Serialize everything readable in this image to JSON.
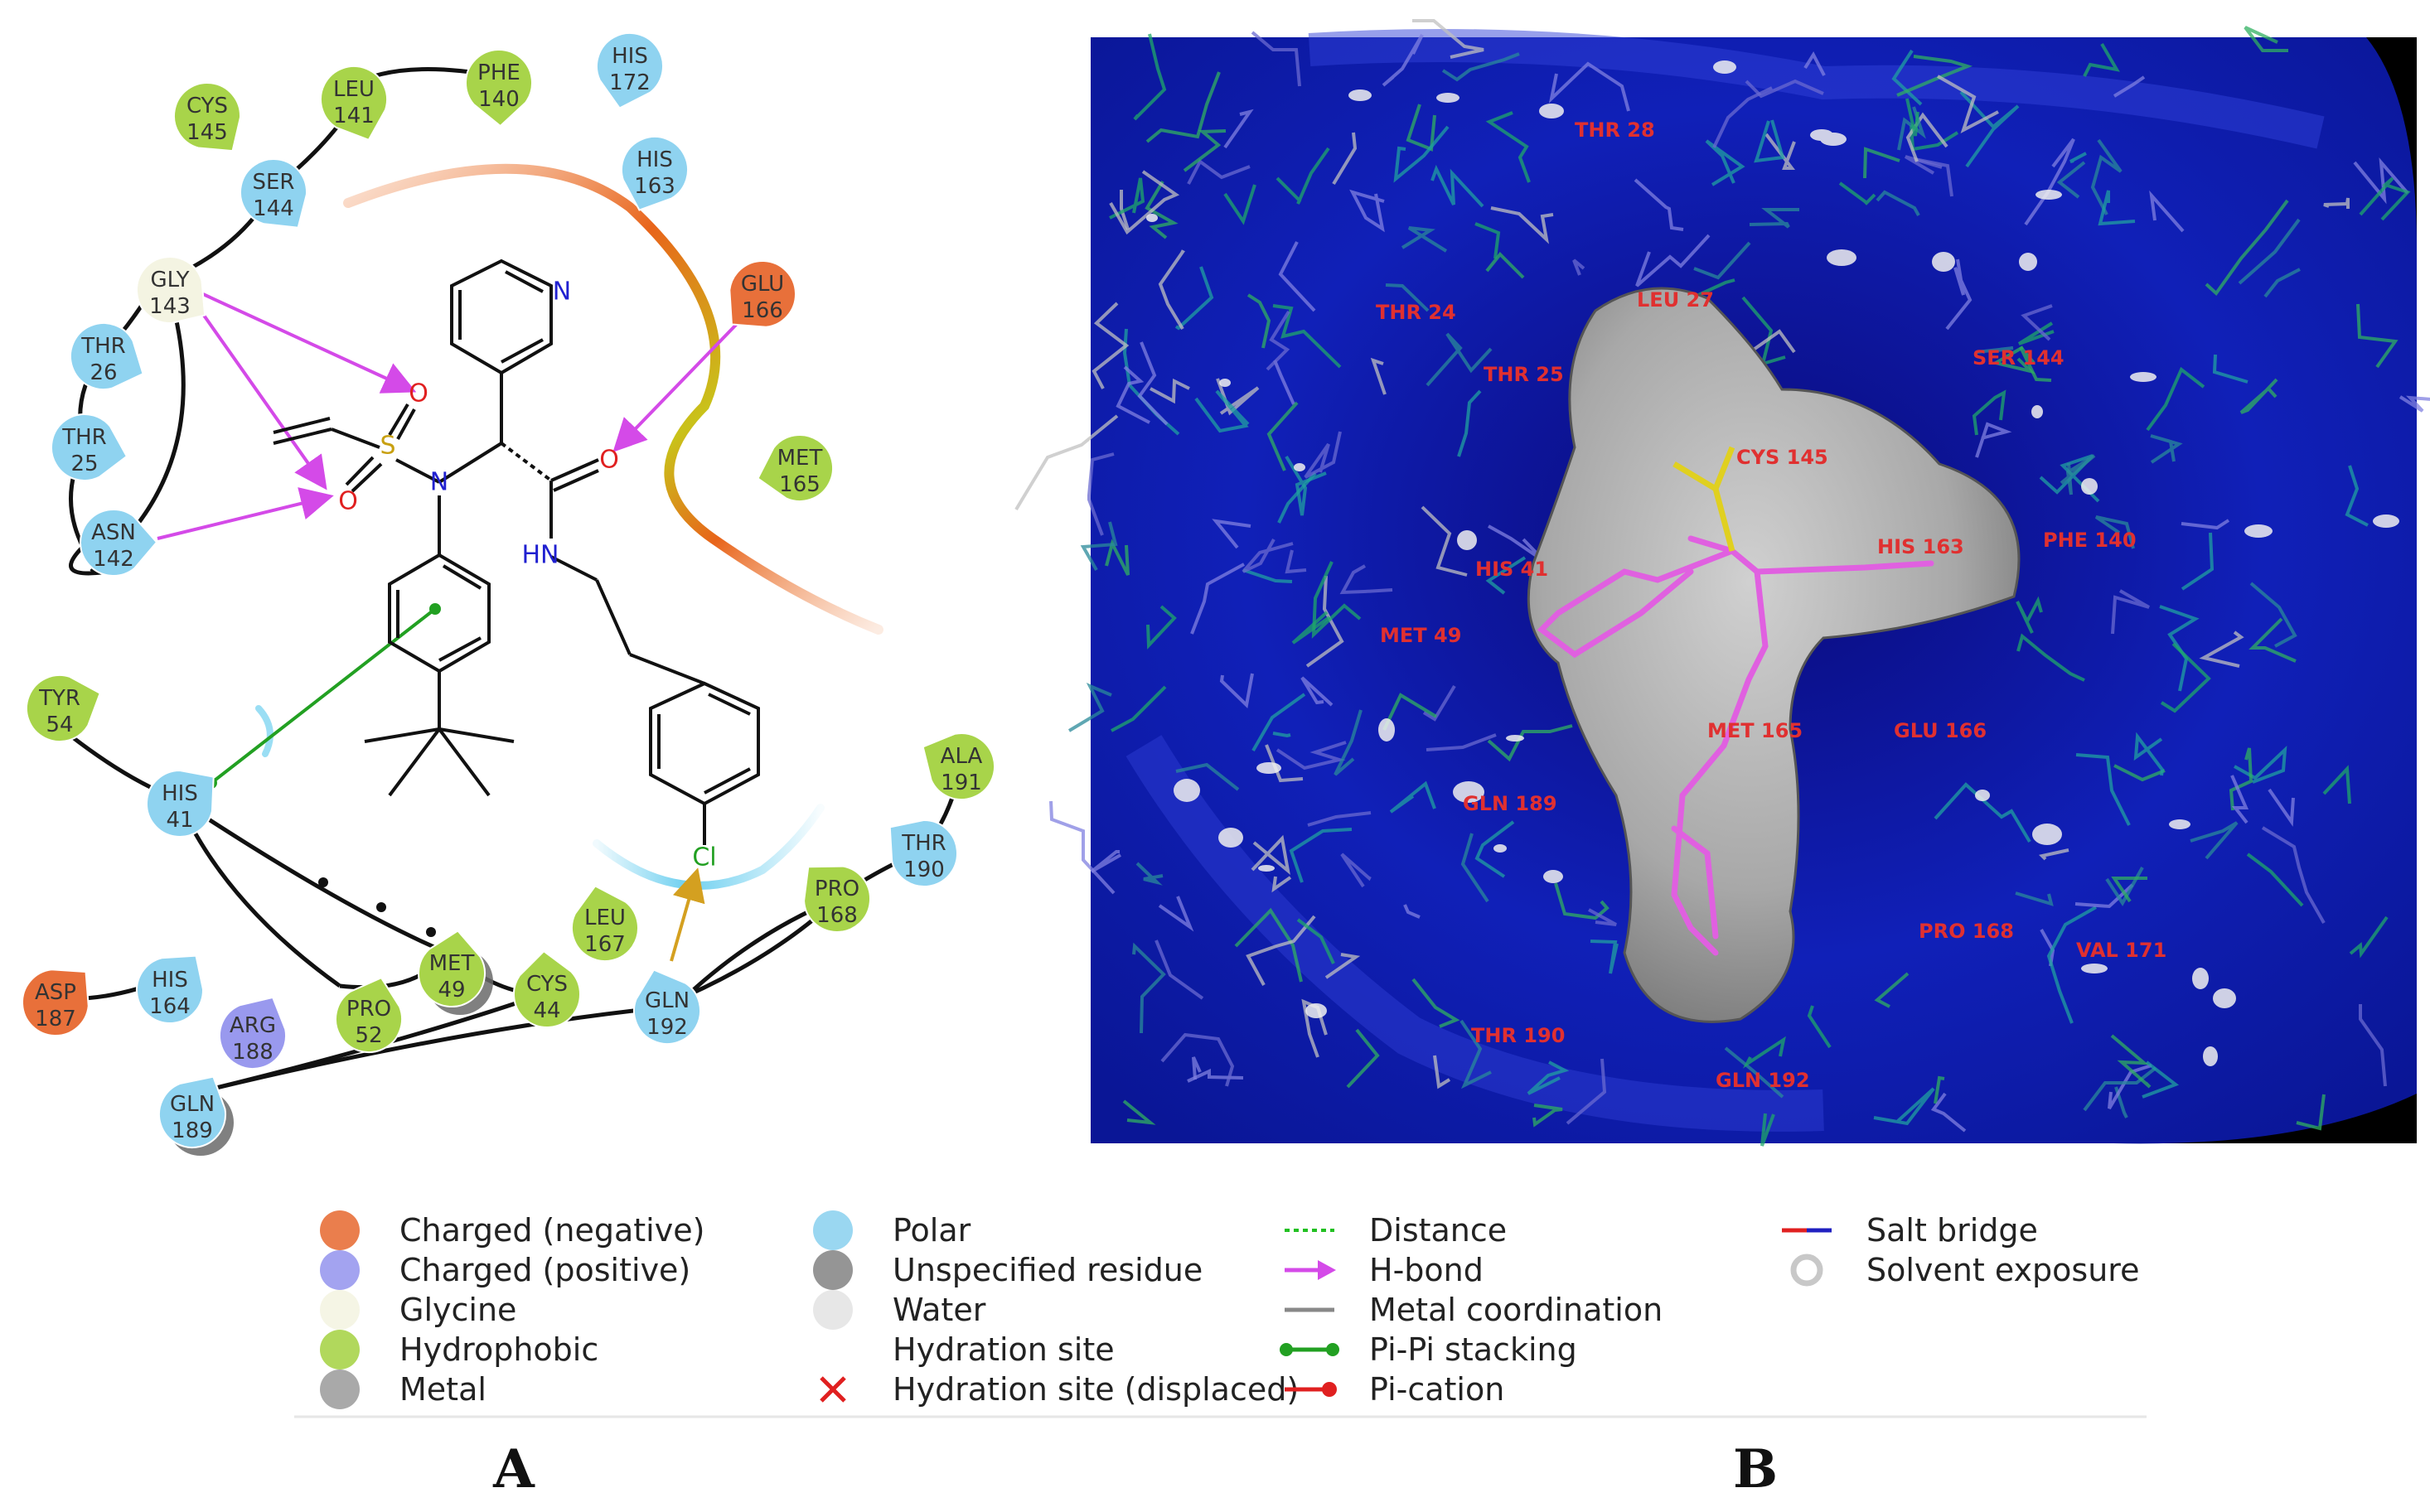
{
  "colors": {
    "hydrophobic": "#a8d44a",
    "polar": "#8fd3f0",
    "glycine": "#f4f4e2",
    "negative": "#e8703a",
    "positive": "#9999ee",
    "hbond": "#d44ae8",
    "pipi": "#22a022",
    "surface_blue": "#0a14a8",
    "pocket_grey": "#9a9a9a",
    "site_label": "#e03030"
  },
  "panel_labels": {
    "a": "A",
    "b": "B"
  },
  "residues": [
    {
      "id": "cys145",
      "name": "CYS",
      "num": "145",
      "type": "hydrophobic"
    },
    {
      "id": "leu141",
      "name": "LEU",
      "num": "141",
      "type": "hydrophobic"
    },
    {
      "id": "phe140",
      "name": "PHE",
      "num": "140",
      "type": "hydrophobic"
    },
    {
      "id": "his172",
      "name": "HIS",
      "num": "172",
      "type": "polar"
    },
    {
      "id": "ser144",
      "name": "SER",
      "num": "144",
      "type": "polar"
    },
    {
      "id": "his163",
      "name": "HIS",
      "num": "163",
      "type": "polar"
    },
    {
      "id": "gly143",
      "name": "GLY",
      "num": "143",
      "type": "glycine"
    },
    {
      "id": "glu166",
      "name": "GLU",
      "num": "166",
      "type": "negative"
    },
    {
      "id": "thr26",
      "name": "THR",
      "num": "26",
      "type": "polar"
    },
    {
      "id": "thr25",
      "name": "THR",
      "num": "25",
      "type": "polar"
    },
    {
      "id": "met165",
      "name": "MET",
      "num": "165",
      "type": "hydrophobic"
    },
    {
      "id": "asn142",
      "name": "ASN",
      "num": "142",
      "type": "polar"
    },
    {
      "id": "tyr54",
      "name": "TYR",
      "num": "54",
      "type": "hydrophobic"
    },
    {
      "id": "his41",
      "name": "HIS",
      "num": "41",
      "type": "polar"
    },
    {
      "id": "ala191",
      "name": "ALA",
      "num": "191",
      "type": "hydrophobic"
    },
    {
      "id": "thr190",
      "name": "THR",
      "num": "190",
      "type": "polar"
    },
    {
      "id": "pro168",
      "name": "PRO",
      "num": "168",
      "type": "hydrophobic"
    },
    {
      "id": "leu167",
      "name": "LEU",
      "num": "167",
      "type": "hydrophobic"
    },
    {
      "id": "met49",
      "name": "MET",
      "num": "49",
      "type": "hydrophobic"
    },
    {
      "id": "cys44",
      "name": "CYS",
      "num": "44",
      "type": "hydrophobic"
    },
    {
      "id": "gln192",
      "name": "GLN",
      "num": "192",
      "type": "polar"
    },
    {
      "id": "pro52",
      "name": "PRO",
      "num": "52",
      "type": "hydrophobic"
    },
    {
      "id": "asp187",
      "name": "ASP",
      "num": "187",
      "type": "negative"
    },
    {
      "id": "his164",
      "name": "HIS",
      "num": "164",
      "type": "polar"
    },
    {
      "id": "arg188",
      "name": "ARG",
      "num": "188",
      "type": "positive"
    },
    {
      "id": "gln189",
      "name": "GLN",
      "num": "189",
      "type": "polar"
    }
  ],
  "atoms": {
    "n_pyridine": "N",
    "n_amine": "N",
    "s": "S",
    "o1": "O",
    "o2": "O",
    "o3": "O",
    "hn": "HN",
    "cl": "Cl"
  },
  "site_labels": [
    {
      "id": "thr28",
      "text": "THR 28"
    },
    {
      "id": "thr24",
      "text": "THR 24"
    },
    {
      "id": "leu27",
      "text": "LEU 27"
    },
    {
      "id": "thr25",
      "text": "THR 25"
    },
    {
      "id": "ser144",
      "text": "SER 144"
    },
    {
      "id": "cys145",
      "text": "CYS 145"
    },
    {
      "id": "his41",
      "text": "HIS 41"
    },
    {
      "id": "his163",
      "text": "HIS 163"
    },
    {
      "id": "phe140",
      "text": "PHE 140"
    },
    {
      "id": "met49",
      "text": "MET 49"
    },
    {
      "id": "met165",
      "text": "MET 165"
    },
    {
      "id": "glu166",
      "text": "GLU 166"
    },
    {
      "id": "gln189",
      "text": "GLN 189"
    },
    {
      "id": "pro168",
      "text": "PRO 168"
    },
    {
      "id": "val171",
      "text": "VAL 171"
    },
    {
      "id": "thr190",
      "text": "THR 190"
    },
    {
      "id": "gln192",
      "text": "GLN 192"
    }
  ],
  "legend": {
    "col1": [
      {
        "label": "Charged (negative)",
        "color": "#e8703a"
      },
      {
        "label": "Charged (positive)",
        "color": "#9999ee"
      },
      {
        "label": "Glycine",
        "color": "#f4f4e2"
      },
      {
        "label": "Hydrophobic",
        "color": "#a8d44a"
      },
      {
        "label": "Metal",
        "color": "#a0a0a0"
      }
    ],
    "col2": [
      {
        "label": "Polar",
        "color": "#8fd3f0"
      },
      {
        "label": "Unspecified residue",
        "color": "#8a8a8a"
      },
      {
        "label": "Water",
        "color": "#e4e4e4"
      },
      {
        "label": "Hydration site",
        "color": ""
      },
      {
        "label": "Hydration site (displaced)",
        "color": "#e02020"
      }
    ],
    "col3": [
      {
        "label": "Distance",
        "color": "#22c022"
      },
      {
        "label": "H-bond",
        "color": "#d44ae8"
      },
      {
        "label": "Metal coordination",
        "color": "#888888"
      },
      {
        "label": "Pi-Pi stacking",
        "color": "#22a022"
      },
      {
        "label": "Pi-cation",
        "color": "#e02020"
      }
    ],
    "col4": [
      {
        "label": "Salt bridge",
        "color": "#2020c0"
      },
      {
        "label": "Solvent exposure",
        "color": "#c8c8c8"
      }
    ]
  }
}
